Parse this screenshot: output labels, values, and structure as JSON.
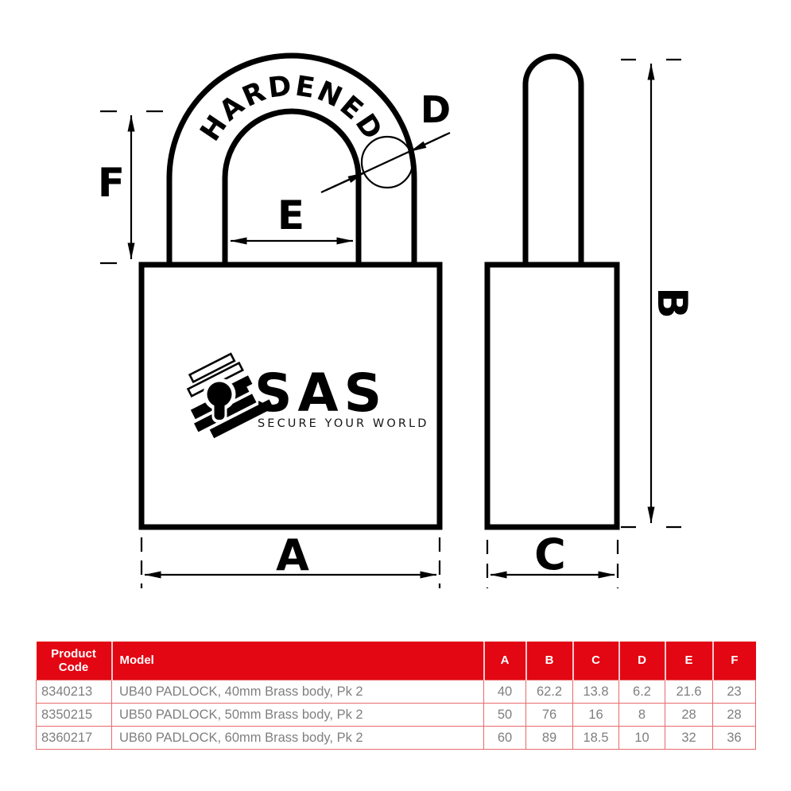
{
  "diagram": {
    "shackle_text": "HARDENED",
    "labels": {
      "A": "A",
      "B": "B",
      "C": "C",
      "D": "D",
      "E": "E",
      "F": "F"
    },
    "logo": {
      "brand": "SAS",
      "tagline": "SECURE YOUR WORLD"
    },
    "colors": {
      "line": "#000000",
      "background": "#ffffff"
    }
  },
  "table": {
    "headers": [
      "Product Code",
      "Model",
      "A",
      "B",
      "C",
      "D",
      "E",
      "F"
    ],
    "rows": [
      {
        "code": "8340213",
        "model": "UB40 PADLOCK, 40mm Brass body, Pk 2",
        "A": "40",
        "B": "62.2",
        "C": "13.8",
        "D": "6.2",
        "E": "21.6",
        "F": "23"
      },
      {
        "code": "8350215",
        "model": "UB50 PADLOCK, 50mm Brass body, Pk 2",
        "A": "50",
        "B": "76",
        "C": "16",
        "D": "8",
        "E": "28",
        "F": "28"
      },
      {
        "code": "8360217",
        "model": "UB60 PADLOCK, 60mm Brass body, Pk 2",
        "A": "60",
        "B": "89",
        "C": "18.5",
        "D": "10",
        "E": "32",
        "F": "36"
      }
    ],
    "colors": {
      "header_bg": "#e30613",
      "header_text": "#ffffff",
      "row_text": "#7f7f7f",
      "grid": "#e8696b"
    }
  }
}
